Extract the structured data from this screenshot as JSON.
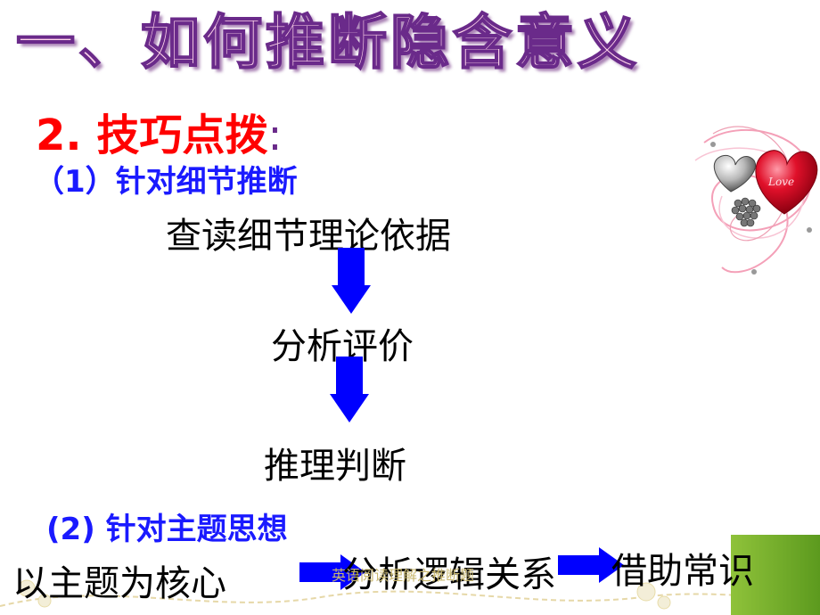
{
  "title": "一、如何推断隐含意义",
  "subtitle": {
    "main": "2. 技巧点拨",
    "colon": ":"
  },
  "section1": {
    "heading": "（1）针对细节推断",
    "steps": [
      "查读细节理论依据",
      "分析评价",
      "推理判断"
    ]
  },
  "section2": {
    "heading": "(2) 针对主题思想",
    "steps": [
      "以主题为核心",
      "分析逻辑关系",
      "借助常识"
    ]
  },
  "footer": "英语阅读理解之推断题",
  "decoration": {
    "heart_text": "Love",
    "colors": {
      "heart_red": "#e0102a",
      "arrow_blue": "#0000ff",
      "heading_blue": "#1a1aff",
      "title_fill": "#ffd6ea",
      "title_outline": "#6a2a8a"
    }
  }
}
